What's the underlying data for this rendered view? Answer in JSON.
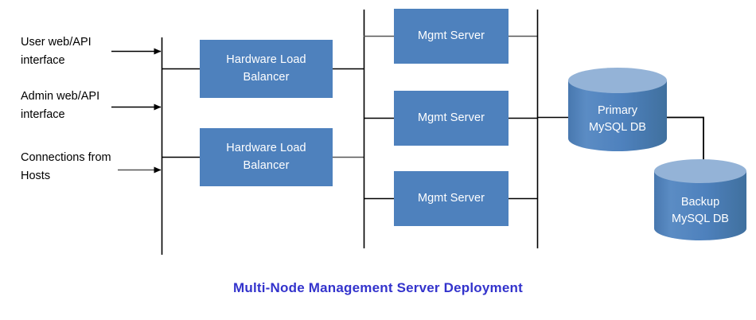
{
  "diagram": {
    "title": "Multi-Node Management Server Deployment",
    "title_color": "#3333CC",
    "node_fill": "#4E81BD",
    "cylinder_top_fill": "#94B3D7",
    "line_color": "#000000",
    "background": "#ffffff"
  },
  "inputs": [
    {
      "label": "User web/API\ninterface",
      "arrow": "arrow-right-icon"
    },
    {
      "label": "Admin web/API\ninterface",
      "arrow": "arrow-right-icon"
    },
    {
      "label": "Connections from\nHosts",
      "arrow": "arrow-right-icon"
    }
  ],
  "load_balancers": [
    {
      "label": "Hardware Load\nBalancer"
    },
    {
      "label": "Hardware Load\nBalancer"
    }
  ],
  "mgmt_servers": [
    {
      "label": "Mgmt Server"
    },
    {
      "label": "Mgmt Server"
    },
    {
      "label": "Mgmt Server"
    }
  ],
  "databases": [
    {
      "label": "Primary\nMySQL DB",
      "role": "primary"
    },
    {
      "label": "Backup\nMySQL DB",
      "role": "backup"
    }
  ]
}
